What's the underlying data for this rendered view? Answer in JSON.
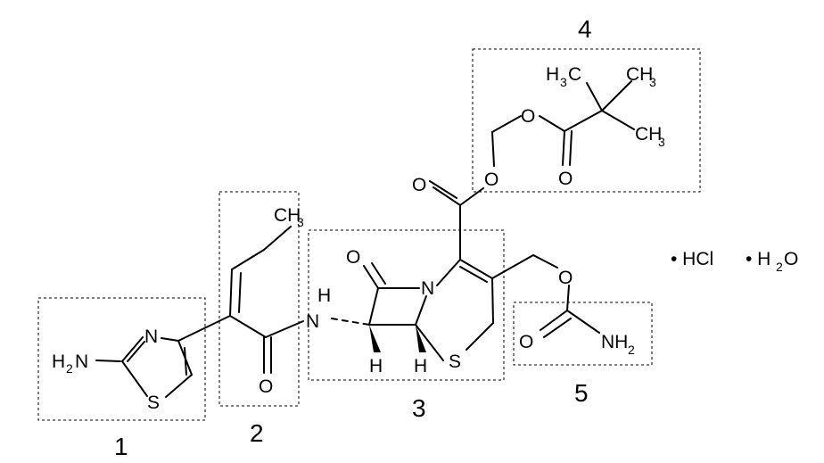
{
  "atoms": {
    "h2n_H": "H",
    "h2n_2": "2",
    "h2n_N": "N",
    "thiazole_N": "N",
    "thiazole_S": "S",
    "amide_O": "O",
    "amide_NH_N": "N",
    "amide_NH_H": "H",
    "ch3_top": "CH",
    "ch3_top_3": "3",
    "lactam_O": "O",
    "ring_N": "N",
    "ring_S": "S",
    "h_left": "H",
    "h_right": "H",
    "ester_O_double": "O",
    "ester_O": "O",
    "piv_O_link": "O",
    "piv_O_double": "O",
    "h3c": "H",
    "h3c_3": "3",
    "h3c_C": "C",
    "ch3_a": "CH",
    "ch3_a_3": "3",
    "ch3_b": "CH",
    "ch3_b_3": "3",
    "carb_O_link": "O",
    "carb_O_double": "O",
    "nh2_N": "NH",
    "nh2_2": "2"
  },
  "salts": {
    "hcl": "• HCl",
    "h2o_H": "• H",
    "h2o_2": "2",
    "h2o_O": "O"
  },
  "labels": {
    "g1": "1",
    "g2": "2",
    "g3": "3",
    "g4": "4",
    "g5": "5"
  }
}
